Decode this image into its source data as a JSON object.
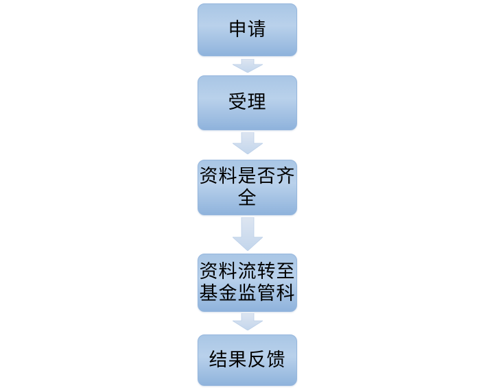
{
  "diagram": {
    "type": "flowchart",
    "direction": "top-to-bottom",
    "nodes": [
      {
        "id": 1,
        "label": "申请"
      },
      {
        "id": 2,
        "label": "受理"
      },
      {
        "id": 3,
        "label": "资料是否齐全"
      },
      {
        "id": 4,
        "label": "资料流转至基金监管科"
      },
      {
        "id": 5,
        "label": "结果反馈"
      }
    ],
    "connections": [
      {
        "from": 1,
        "to": 2
      },
      {
        "from": 2,
        "to": 3
      },
      {
        "from": 3,
        "to": 4
      },
      {
        "from": 4,
        "to": 5
      }
    ],
    "connector_style": "down-block-arrow",
    "colors": {
      "background": "#ffffff",
      "box_fill_top": "#a9c6e5",
      "box_fill_mid": "#b9d1eb",
      "box_fill_bottom": "#8fb3dc",
      "box_border": "#95b6dd",
      "arrow_fill_top": "#dde5f1",
      "arrow_fill_bottom": "#c3d6ec",
      "arrow_border": "#bccfe8",
      "text": "#000000"
    }
  }
}
